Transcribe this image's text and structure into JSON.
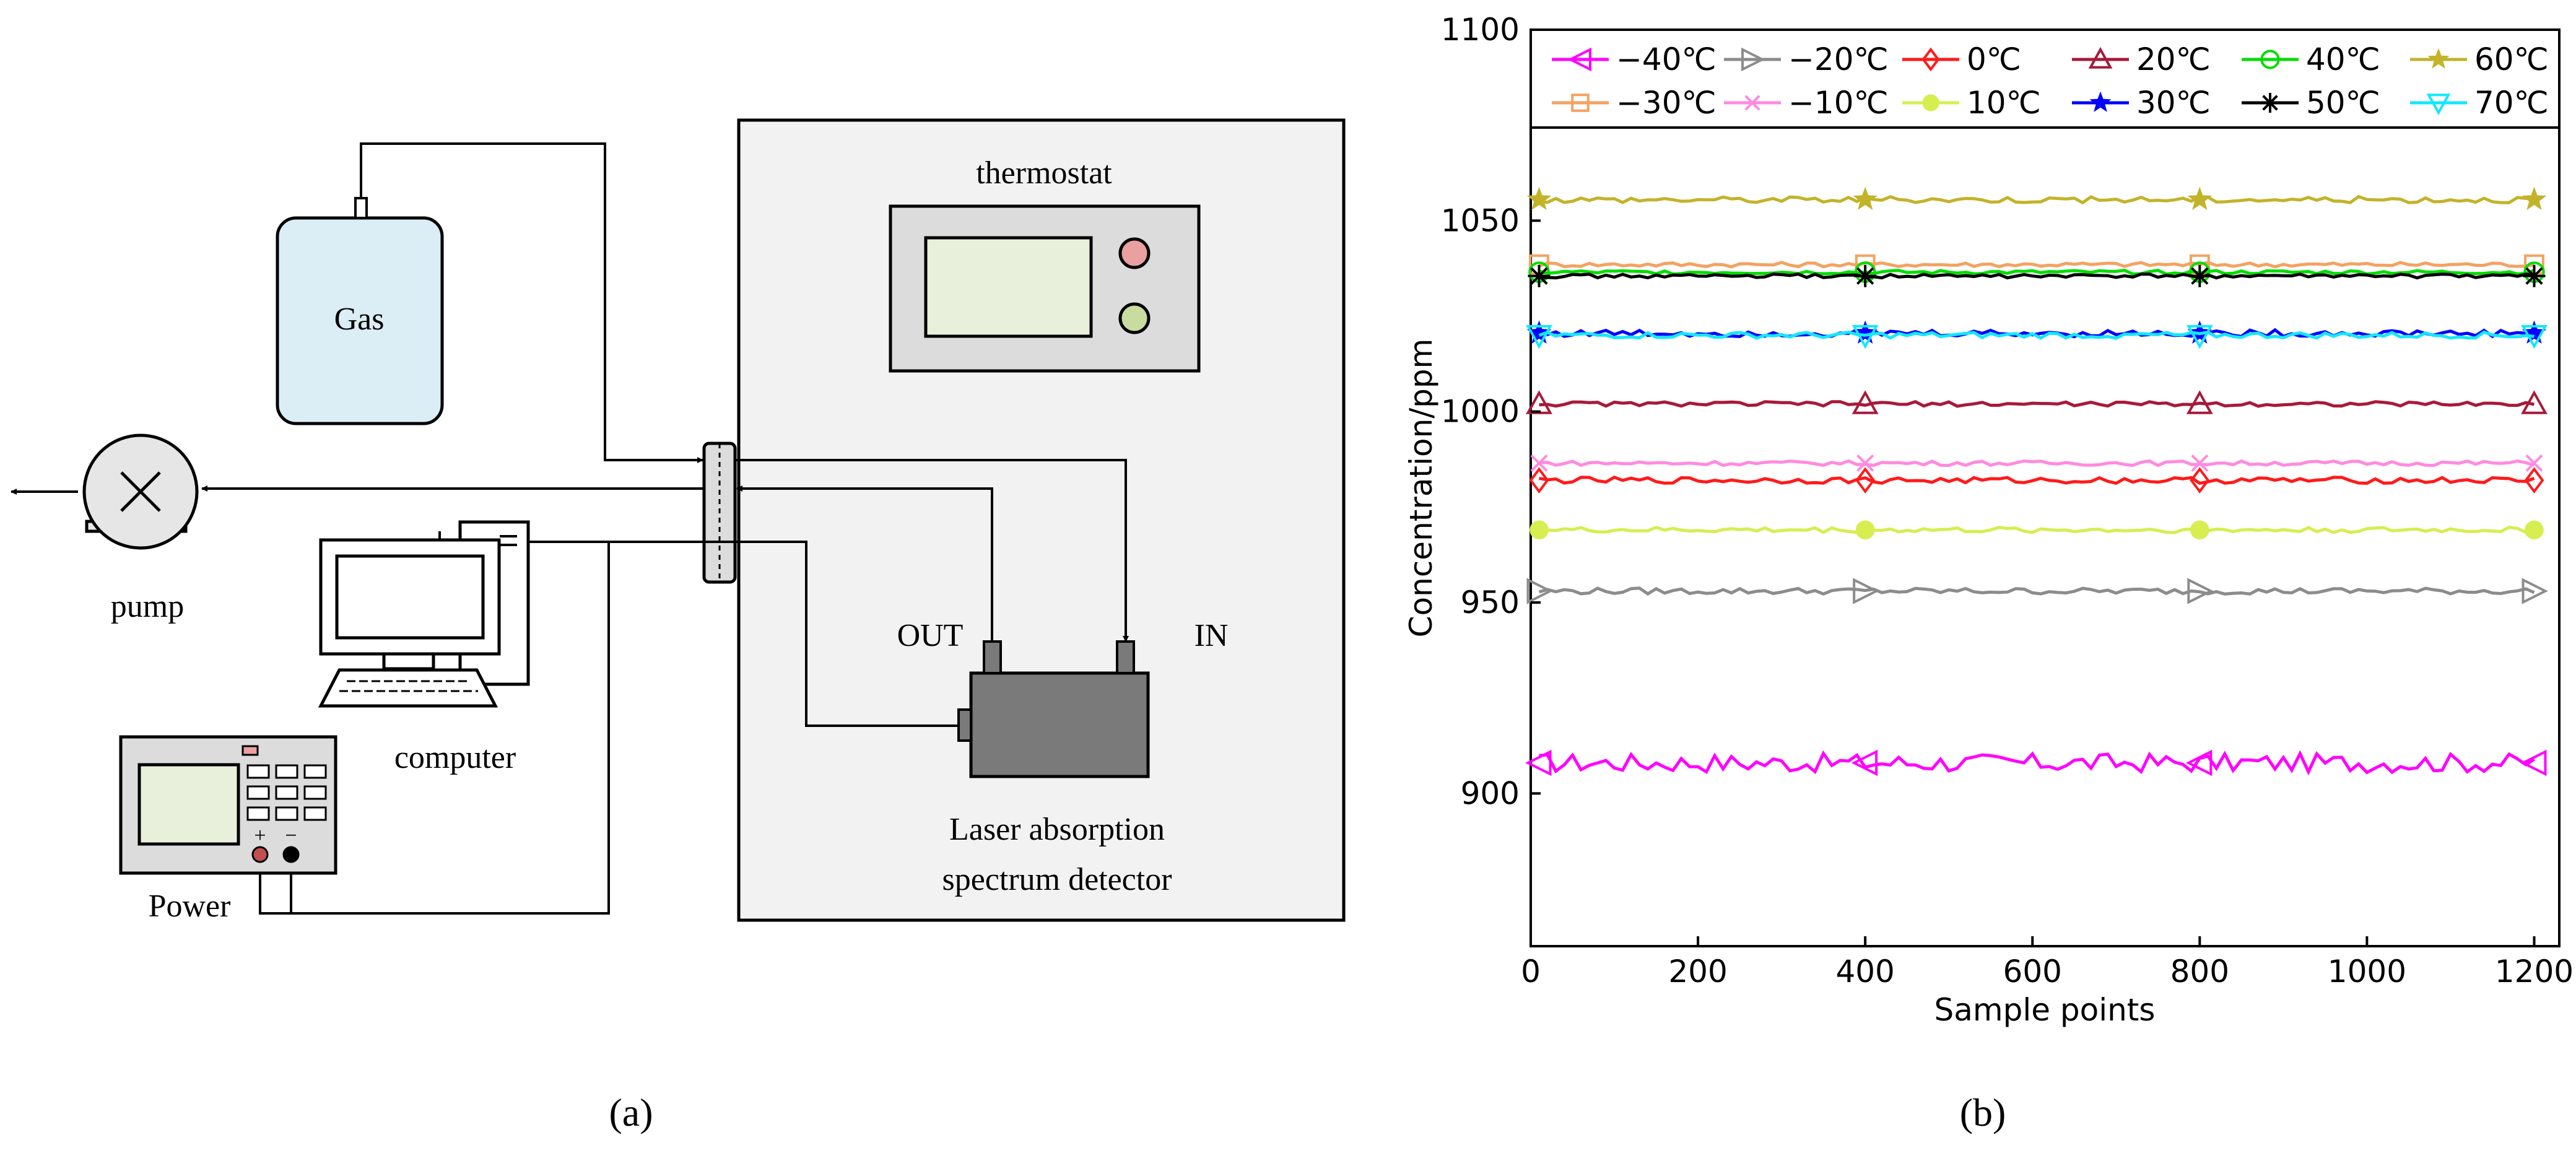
{
  "diagram": {
    "labels": {
      "thermostat": "thermostat",
      "gas": "Gas",
      "pump": "pump",
      "computer": "computer",
      "power": "Power",
      "power_plus": "+",
      "power_minus": "−",
      "out": "OUT",
      "in": "IN",
      "detector_line1": "Laser absorption",
      "detector_line2": "spectrum detector"
    },
    "panel_label_a": "(a)",
    "panel_label_b": "(b)"
  },
  "chart_data": {
    "type": "line",
    "title": "",
    "xlabel": "Sample points",
    "ylabel": "Concentration/ppm",
    "xlim": [
      0,
      1230
    ],
    "ylim": [
      860,
      1100
    ],
    "xticks": [
      0,
      200,
      400,
      600,
      800,
      1000,
      1200
    ],
    "yticks": [
      900,
      950,
      1000,
      1050,
      1100
    ],
    "grid": false,
    "legend": "top",
    "marker_x": [
      10,
      400,
      800,
      1200
    ],
    "series": [
      {
        "name": "−40℃",
        "color": "#ff00ff",
        "marker": "triangle-left",
        "level": 908,
        "noise": 2.5
      },
      {
        "name": "−30℃",
        "color": "#f4a261",
        "marker": "square",
        "level": 1038.5,
        "noise": 0.6
      },
      {
        "name": "−20℃",
        "color": "#8c8c8c",
        "marker": "triangle-right",
        "level": 953,
        "noise": 0.8
      },
      {
        "name": "−10℃",
        "color": "#ff8ae0",
        "marker": "x",
        "level": 986.5,
        "noise": 0.6
      },
      {
        "name": "0℃",
        "color": "#ff1a1a",
        "marker": "diamond",
        "level": 982,
        "noise": 0.8
      },
      {
        "name": "10℃",
        "color": "#d6ee50",
        "marker": "circle-filled",
        "level": 969,
        "noise": 0.7
      },
      {
        "name": "20℃",
        "color": "#a8193a",
        "marker": "triangle-up",
        "level": 1002,
        "noise": 0.6
      },
      {
        "name": "30℃",
        "color": "#0000ff",
        "marker": "star",
        "level": 1020.5,
        "noise": 0.9
      },
      {
        "name": "40℃",
        "color": "#00dd00",
        "marker": "circle",
        "level": 1036.5,
        "noise": 0.5
      },
      {
        "name": "50℃",
        "color": "#000000",
        "marker": "asterisk",
        "level": 1035.5,
        "noise": 0.5
      },
      {
        "name": "60℃",
        "color": "#c2b32a",
        "marker": "star",
        "level": 1055.5,
        "noise": 0.8
      },
      {
        "name": "70℃",
        "color": "#14e7ff",
        "marker": "triangle-down",
        "level": 1020,
        "noise": 0.8
      }
    ]
  }
}
